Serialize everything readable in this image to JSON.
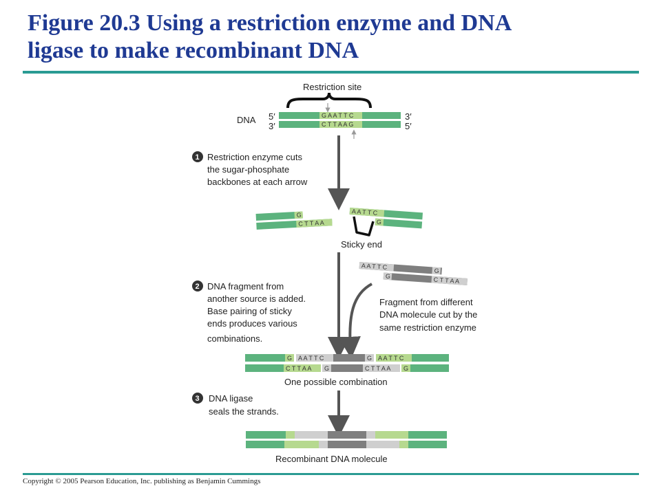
{
  "title": {
    "line1": "Figure 20.3 Using a restriction enzyme and DNA",
    "line2": "ligase to make recombinant DNA"
  },
  "colors": {
    "title": "#1f3a93",
    "rule": "#2a9b93",
    "strand_green": "#5cb37e",
    "sticky_light": "#b6d98f",
    "foreign_gray": "#7f7f7f",
    "foreign_light": "#cfcfcf",
    "arrow": "#555555",
    "step_badge": "#333333"
  },
  "diagram": {
    "restriction_site_label": "Restriction site",
    "dna_label": "DNA",
    "ends": {
      "top_left": "5′",
      "bottom_left": "3′",
      "top_right": "3′",
      "bottom_right": "5′"
    },
    "site_top_seq": "G A A T T C",
    "site_bottom_seq": "C T T A A G",
    "step1": {
      "number": "1",
      "lines": [
        "Restriction enzyme cuts",
        "the sugar-phosphate",
        "backbones at each arrow"
      ]
    },
    "cut_left_top": "G",
    "cut_left_bottom": "C T T A A",
    "cut_right_top": "A A T T C",
    "cut_right_bottom": "G",
    "sticky_end_label": "Sticky end",
    "foreign_top": "A A T T C",
    "foreign_top_end": "G",
    "foreign_bottom_start": "G",
    "foreign_bottom": "C T T A A",
    "step2": {
      "number": "2",
      "lines": [
        "DNA fragment from",
        "another source is added.",
        "Base pairing of sticky",
        "ends produces various",
        "combinations."
      ]
    },
    "fragment_note": [
      "Fragment from different",
      "DNA molecule cut by the",
      "same restriction enzyme"
    ],
    "combo_top_g1": "G",
    "combo_top_seq1": "A A T T C",
    "combo_top_g2": "G",
    "combo_top_seq2": "A A T T C",
    "combo_bottom_seq1": "C T T A A",
    "combo_bottom_g1": "G",
    "combo_bottom_seq2": "C T T A A",
    "combo_bottom_g2": "G",
    "combination_label": "One possible combination",
    "step3": {
      "number": "3",
      "lines": [
        "DNA ligase",
        "seals the strands."
      ]
    },
    "recombinant_label": "Recombinant DNA molecule"
  },
  "footer": "Copyright © 2005 Pearson Education, Inc. publishing as Benjamin Cummings"
}
